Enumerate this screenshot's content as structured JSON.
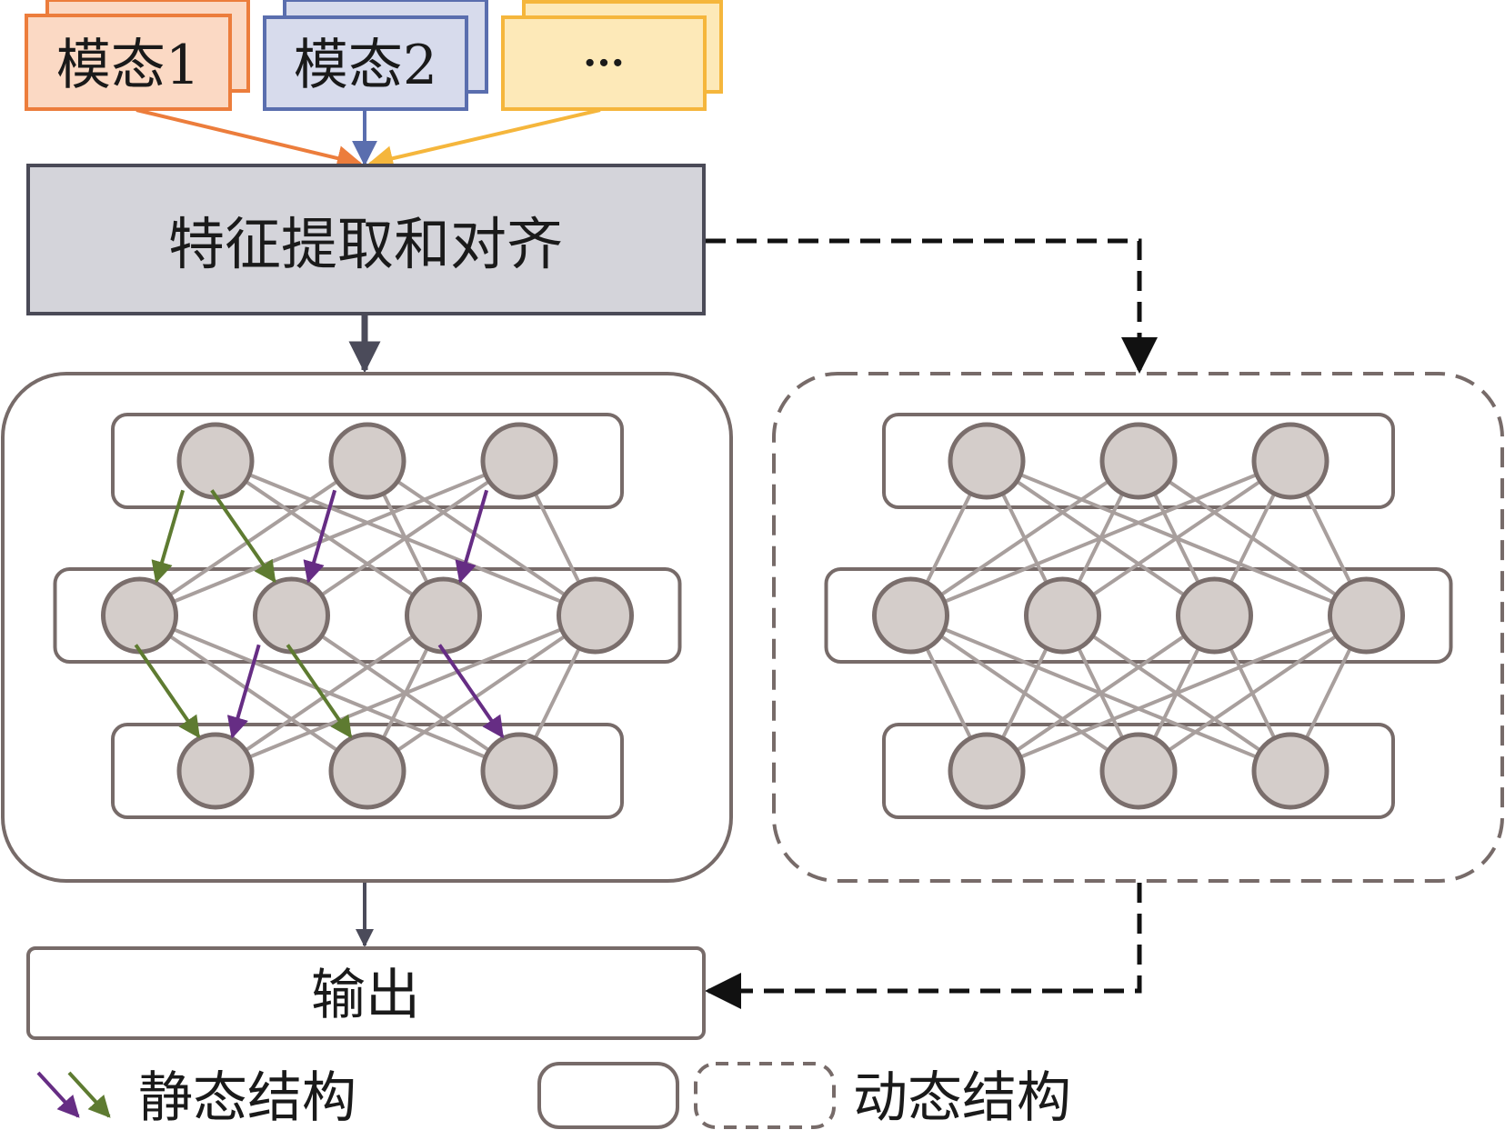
{
  "modalities": [
    {
      "label": "模态1",
      "fill": "#fbd9c4",
      "stroke": "#ec7d3c"
    },
    {
      "label": "模态2",
      "fill": "#d7dbec",
      "stroke": "#5a6eae"
    },
    {
      "label": "···",
      "fill": "#fde9b8",
      "stroke": "#f5b63c"
    }
  ],
  "feature_box": {
    "label": "特征提取和对齐",
    "fill": "#d4d4da",
    "stroke": "#4a4a57"
  },
  "output_box": {
    "label": "输出"
  },
  "static_panel": {
    "layers": [
      3,
      4,
      3
    ],
    "highlight_arrows_green": [
      [
        0,
        0,
        1,
        0
      ],
      [
        0,
        0,
        1,
        1
      ],
      [
        1,
        0,
        2,
        0
      ],
      [
        1,
        1,
        2,
        1
      ]
    ],
    "highlight_arrows_purple": [
      [
        0,
        1,
        1,
        1
      ],
      [
        0,
        2,
        1,
        2
      ],
      [
        1,
        1,
        2,
        0
      ],
      [
        1,
        2,
        2,
        2
      ]
    ]
  },
  "dynamic_panel": {
    "layers": [
      3,
      4,
      3
    ]
  },
  "legend": {
    "static_label": "静态结构",
    "dynamic_label": "动态结构"
  },
  "colors": {
    "node_fill": "#d4cdca",
    "node_stroke": "#7a6e6c",
    "edge": "#a89f9d",
    "box_stroke": "#776b69",
    "green": "#5e7b31",
    "purple": "#662d84",
    "arrow_dark": "#4b4b5a",
    "dash_black": "#111111"
  }
}
